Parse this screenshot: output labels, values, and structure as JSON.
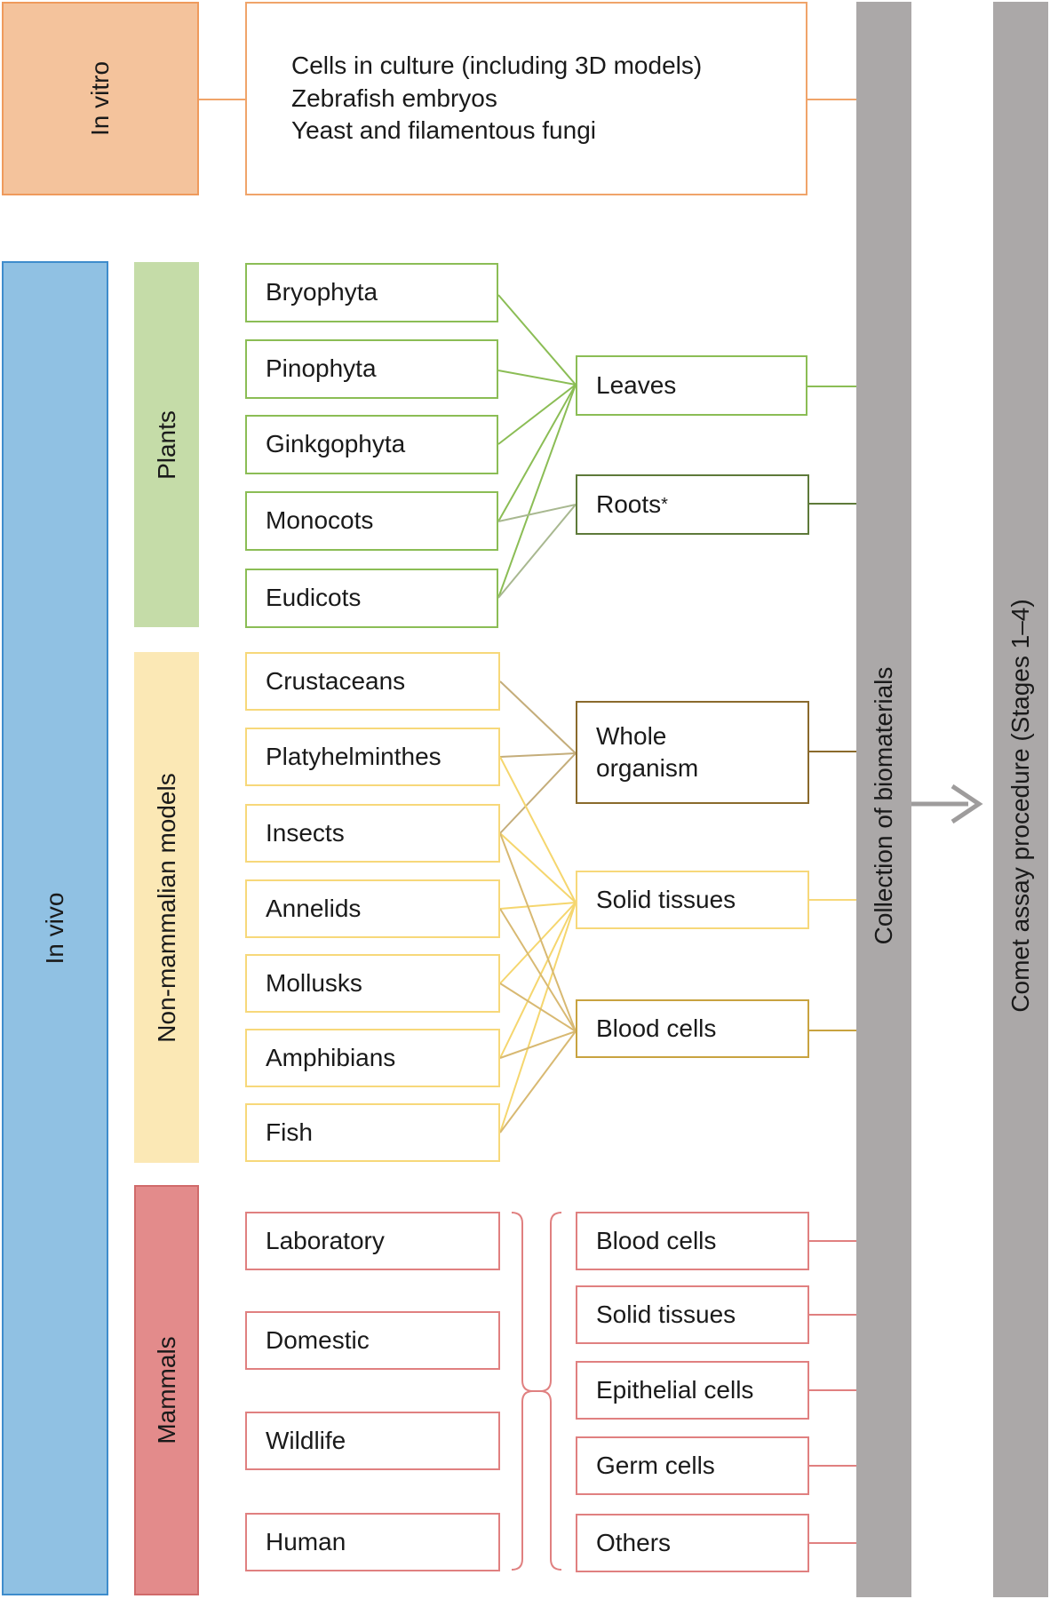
{
  "in_vitro": {
    "label": "In vitro",
    "items": [
      "Cells in culture (including 3D models)",
      "Zebrafish embryos",
      "Yeast and filamentous fungi"
    ]
  },
  "in_vivo": {
    "label": "In vivo"
  },
  "plants": {
    "label": "Plants",
    "organisms": [
      "Bryophyta",
      "Pinophyta",
      "Ginkgophyta",
      "Monocots",
      "Eudicots"
    ],
    "leaves": "Leaves",
    "roots": "Roots",
    "roots_mark": "*"
  },
  "non_mammalian": {
    "label": "Non-mammalian models",
    "organisms": [
      "Crustaceans",
      "Platyhelminthes",
      "Insects",
      "Annelids",
      "Mollusks",
      "Amphibians",
      "Fish"
    ],
    "whole_organism": [
      "Whole",
      "organism"
    ],
    "solid_tissues": "Solid tissues",
    "blood_cells": "Blood cells"
  },
  "mammals": {
    "label": "Mammals",
    "groups": [
      "Laboratory",
      "Domestic",
      "Wildlife",
      "Human"
    ],
    "samples": [
      "Blood cells",
      "Solid tissues",
      "Epithelial cells",
      "Germ cells",
      "Others"
    ]
  },
  "collection": {
    "label": "Collection of biomaterials"
  },
  "comet": {
    "label": "Comet assay procedure (Stages 1–4)"
  },
  "colors": {
    "in_vitro": "#f4c39c",
    "in_vivo": "#90c1e3",
    "plants": "#c5dca8",
    "non_mammalian": "#fbe8b5",
    "mammals": "#e38b8b",
    "collection": "#aba8a8"
  }
}
